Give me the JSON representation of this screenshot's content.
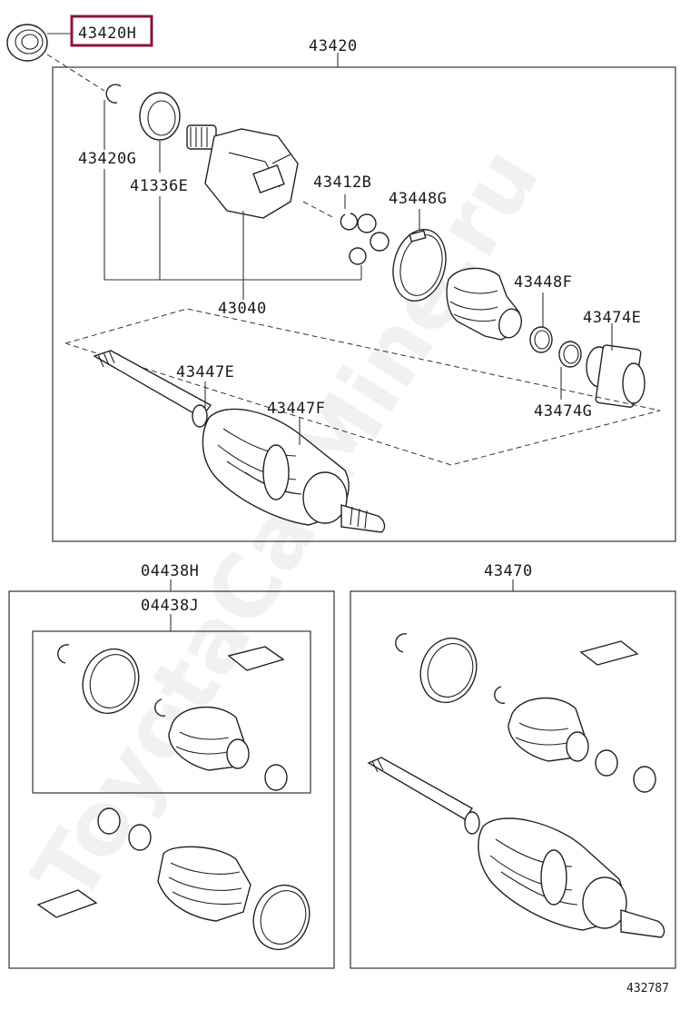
{
  "labels": {
    "seal_highlight": "43420H",
    "assembly_top": "43420",
    "snap_ring": "43420G",
    "dust_seal": "41336E",
    "inner_joint": "43040",
    "tripod_ring": "43412B",
    "boot_clamp_lg": "43448G",
    "boot_clamp_sm": "43448F",
    "damper": "43474E",
    "damper_clamp": "43474G",
    "clamp_inner": "43447E",
    "clamp_outer": "43447F",
    "kit_outer": "04438H",
    "kit_inner": "04438J",
    "assembly_right": "43470",
    "figure_number": "432787"
  },
  "watermark": "ToyotaCarMine.ru",
  "colors": {
    "highlight": "#8a1538",
    "line": "#222222"
  }
}
